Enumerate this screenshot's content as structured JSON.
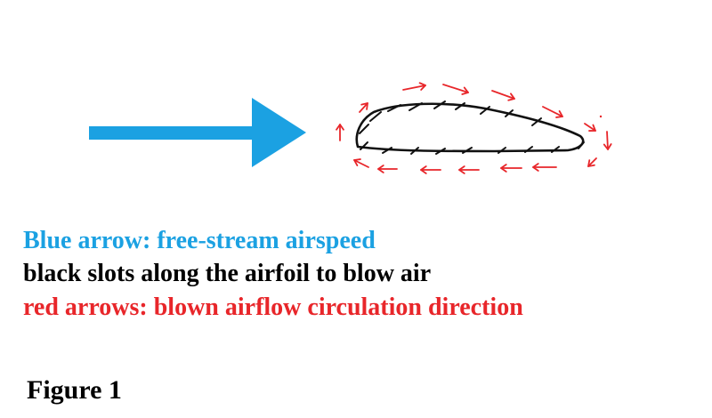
{
  "colors": {
    "blue_arrow": "#1ba1e2",
    "airfoil_outline": "#111111",
    "red_arrows": "#e8262a",
    "legend_blue": "#1ba1e2",
    "legend_black": "#000000",
    "legend_red": "#e8262a"
  },
  "legend": {
    "blue": "Blue arrow: free-stream airspeed",
    "black": "black slots along the airfoil to blow air",
    "red": "red arrows: blown airflow  circulation direction"
  },
  "caption": "Figure 1",
  "icons": {
    "free_stream": "right-arrow-icon",
    "circulation": "small-red-arrow-icon"
  }
}
